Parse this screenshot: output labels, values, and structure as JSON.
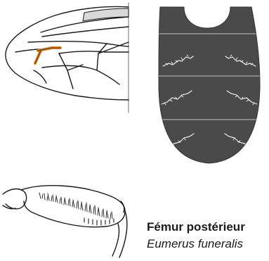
{
  "caption": {
    "title": "Fémur postérieur",
    "species": "Eumerus funeralis"
  },
  "colors": {
    "background": "#ffffff",
    "line": "#1a1a1a",
    "wing_highlight": "#e08020",
    "abdomen_fill": "#4a4a4a",
    "abdomen_segment_line": "#9a9a9a",
    "abdomen_markings": "#f2f2f2"
  },
  "illustrations": {
    "wing": "wing-outline-drawing",
    "abdomen": "abdomen-dorsal-view",
    "leg": "hind-femur-drawing"
  }
}
